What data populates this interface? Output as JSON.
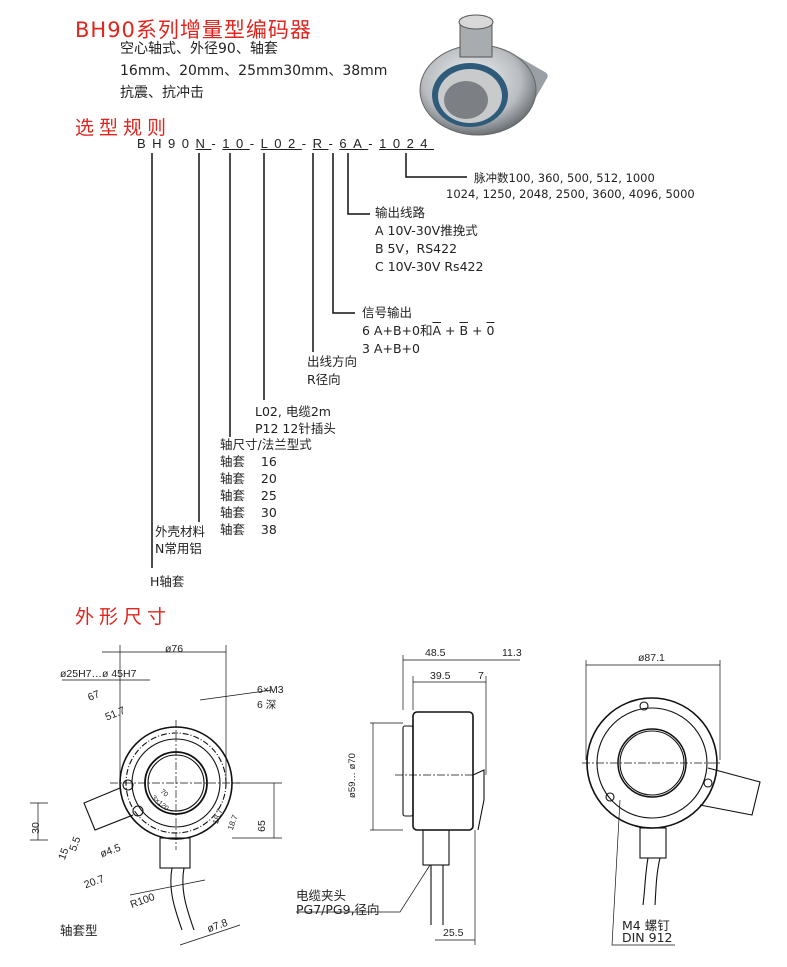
{
  "title": "BH90系列增量型编码器",
  "features": [
    "空心轴式、外径90、轴套",
    "16mm、20mm、25mm30mm、38mm",
    "抗震、抗冲击"
  ],
  "selection_title": "选型规则",
  "model_code": [
    {
      "text": "BH90",
      "u": false
    },
    {
      "text": "N",
      "u": true
    },
    {
      "text": "-",
      "u": false
    },
    {
      "text": "10",
      "u": true
    },
    {
      "text": "-",
      "u": false
    },
    {
      "text": "L02",
      "u": true
    },
    {
      "text": "-",
      "u": false
    },
    {
      "text": "R",
      "u": true
    },
    {
      "text": "-",
      "u": false
    },
    {
      "text": "6",
      "u": true
    },
    {
      "text": "A",
      "u": true
    },
    {
      "text": "-",
      "u": false
    },
    {
      "text": "1024",
      "u": true
    }
  ],
  "pulses": {
    "line1": "脉冲数100, 360, 500, 512, 1000",
    "line2": "1024, 1250, 2048, 2500, 3600, 4096, 5000"
  },
  "output_circuit": {
    "title": "输出线路",
    "options": [
      "A  10V-30V推挽式",
      "B  5V，RS422",
      "C  10V-30V Rs422"
    ]
  },
  "signal_output": {
    "title": "信号输出",
    "line6_prefix": "6 A+B+0和",
    "line6_bar": [
      "A",
      "B",
      "0"
    ],
    "line3": "3 A+B+0"
  },
  "outlet_direction": {
    "title": "出线方向",
    "value": "R径向"
  },
  "connection": [
    "L02, 电缆2m",
    "P12   12针插头"
  ],
  "shaft": {
    "title": "轴尺寸/法兰型式",
    "rows": [
      {
        "label": "轴套",
        "size": "16"
      },
      {
        "label": "轴套",
        "size": "20"
      },
      {
        "label": "轴套",
        "size": "25"
      },
      {
        "label": "轴套",
        "size": "30"
      },
      {
        "label": "轴套",
        "size": "38"
      }
    ]
  },
  "housing": {
    "title": "外壳材料",
    "value": "N常用铝"
  },
  "type": "H轴套",
  "dimensions_title": "外形尺寸",
  "front_view": {
    "d76": "ø76",
    "bore": "ø25H7…ø 45H7",
    "d67": "67",
    "d517": "51.7",
    "holes": "6×M3",
    "holes_depth": "6 深",
    "d30": "30",
    "d55": "5.5",
    "d15": "15",
    "d45": "ø4.5",
    "d207": "20.7",
    "r100": "R100",
    "d78": "ø7.8",
    "d65": "65",
    "d187a": "18.7",
    "d187b": "18.7",
    "a70": "70",
    "a120": "3×120",
    "caption": "轴套型"
  },
  "side_view": {
    "d485": "48.5",
    "d113": "11.3",
    "d395": "39.5",
    "d7": "7",
    "dia": "ø59… ø70",
    "d255": "25.5",
    "gland1": "电缆夹头",
    "gland2": "PG7/PG9,径向"
  },
  "rear_view": {
    "d871": "ø87.1",
    "screw1": "M4  螺钉",
    "screw2": "DIN 912"
  }
}
